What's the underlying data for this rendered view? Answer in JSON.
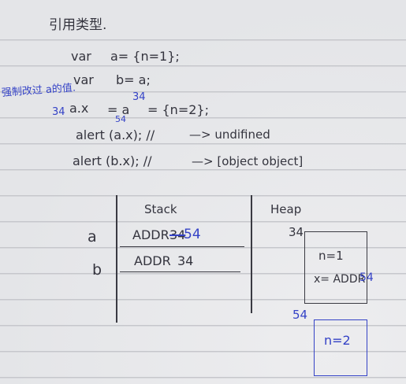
{
  "title": "引用类型.",
  "note": "强制改过 a的值.",
  "code": {
    "l1_kw": "var",
    "l1_expr": "a= {n=1};",
    "l2_kw": "var",
    "l2_expr": "b= a;",
    "l3_ann": "34",
    "l3_lhs": "a.x",
    "l3_mid": "= a",
    "l3_sup": "34",
    "l3_rhs": "= {n=2};",
    "l4_code": "alert (a.x); //",
    "l4_ann": "54",
    "l4_result": "—> undifined",
    "l5_code": "alert (b.x); //",
    "l5_result": "—> [object object]"
  },
  "diagram": {
    "stack_label": "Stack",
    "heap_label": "Heap",
    "stack_rows": [
      {
        "var": "a",
        "prefix": "ADDR",
        "old_addr": "34",
        "new_addr": "54"
      },
      {
        "var": "b",
        "prefix": "ADDR",
        "addr": "34"
      }
    ],
    "heap": [
      {
        "addr": "34",
        "lines": [
          {
            "text": "n=1"
          },
          {
            "text": "x= ADDR",
            "ref": "54"
          }
        ]
      },
      {
        "addr": "54",
        "lines": [
          {
            "text": "n=2"
          }
        ]
      }
    ]
  },
  "colors": {
    "paper": "#e8e9eb",
    "rule_line": "#c6c7cc",
    "pencil_ink": "#34343e",
    "blue_ink": "#3442c6"
  }
}
